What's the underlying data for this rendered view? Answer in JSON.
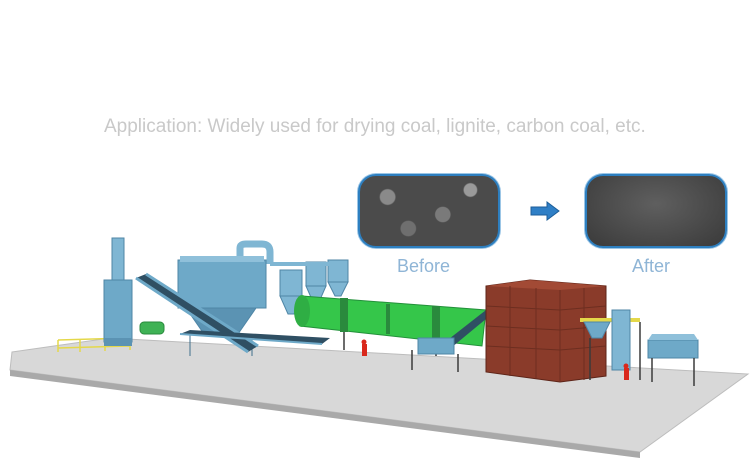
{
  "headline": "Application: Widely used for drying coal, lignite, carbon coal,  etc.",
  "comparison": {
    "before_label": "Before",
    "after_label": "After"
  },
  "colors": {
    "headline_text": "#c9c9c9",
    "caption_text": "#8fb5d6",
    "frame_border": "#2d7fc0",
    "dryer_drum": "#35c64a",
    "equipment_blue": "#6ea9c8",
    "furnace_brick": "#8a3b2a",
    "floor": "#d8d8d8"
  },
  "icons": {
    "arrow": "arrow-right-icon"
  }
}
